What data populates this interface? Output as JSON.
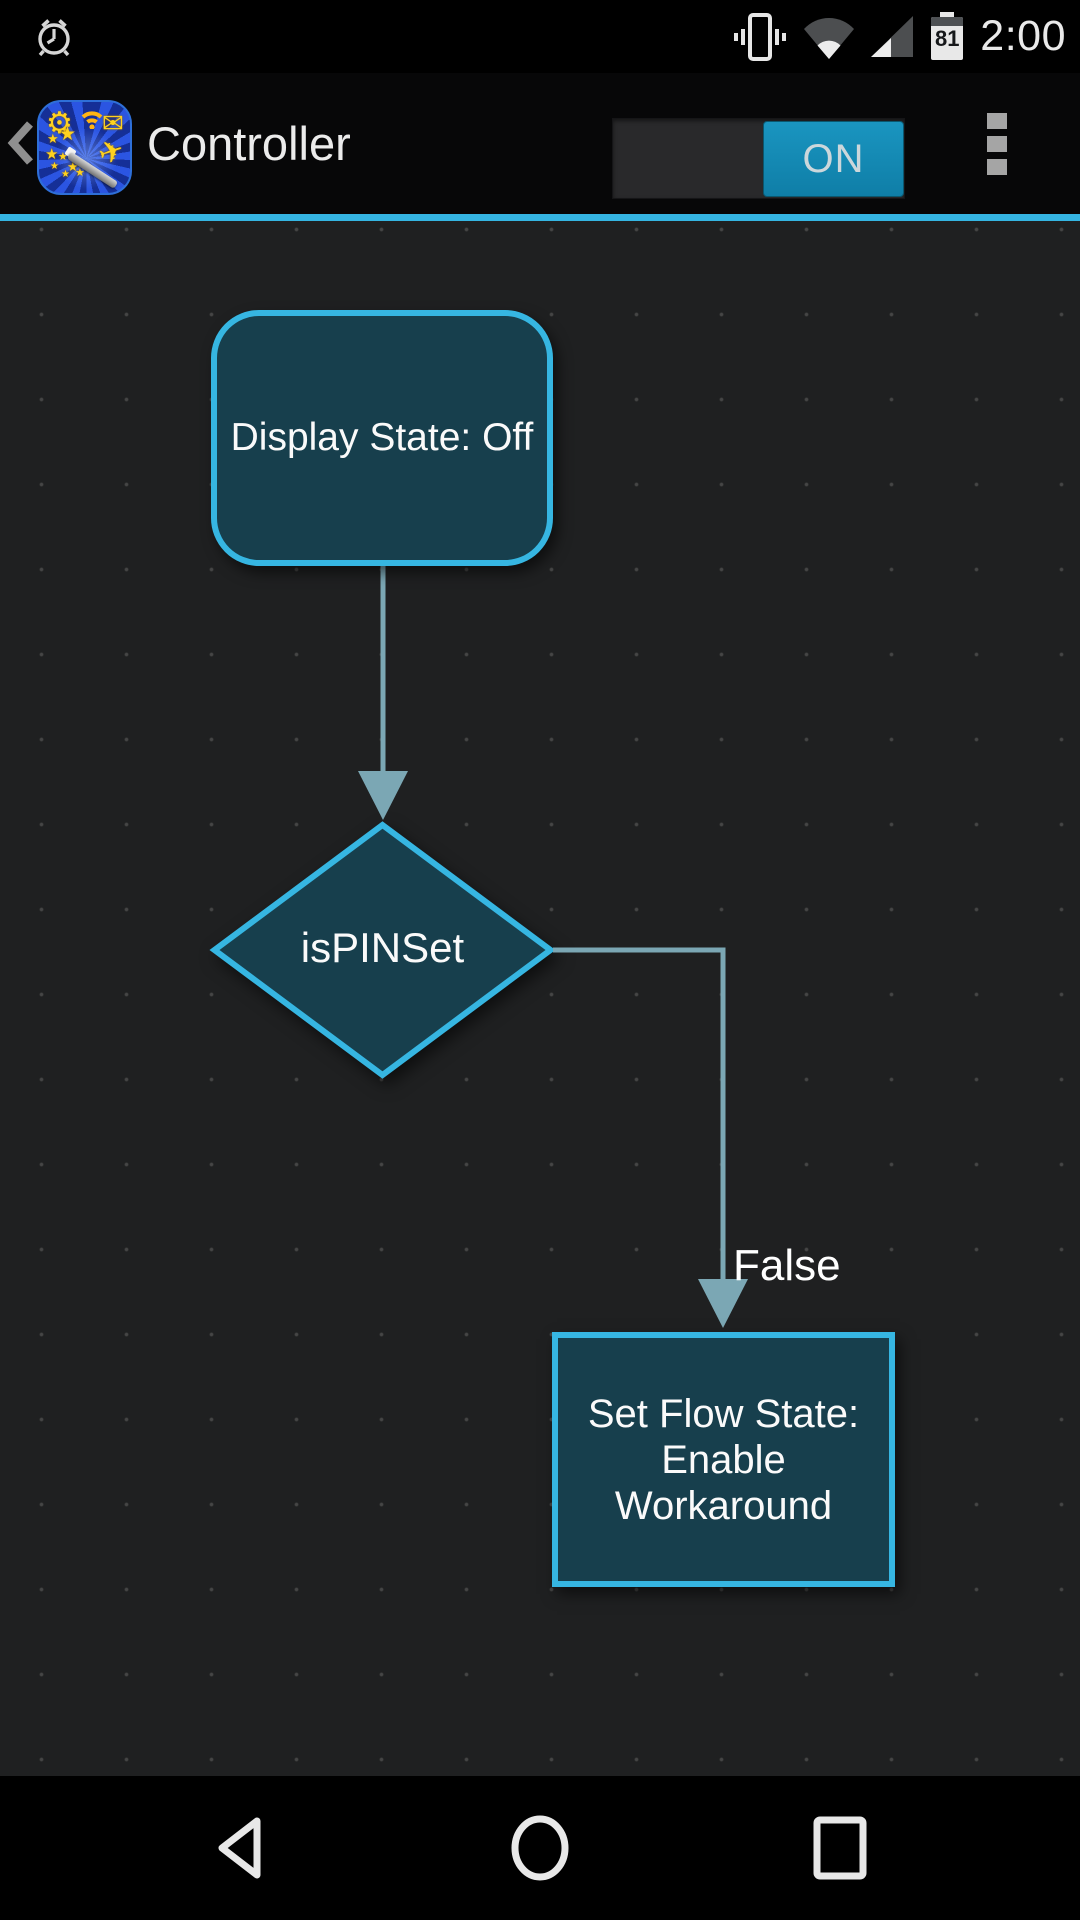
{
  "status_bar": {
    "time": "2:00",
    "battery_percent": "81",
    "icons": [
      "alarm-icon",
      "vibrate-icon",
      "wifi-icon",
      "signal-icon",
      "battery-icon"
    ]
  },
  "app_bar": {
    "title": "Controller",
    "toggle": {
      "label": "ON",
      "state": "on"
    },
    "icons": [
      "back-chevron-icon",
      "app-icon",
      "overflow-menu-icon"
    ]
  },
  "flow": {
    "nodes": [
      {
        "id": "action-display-state",
        "type": "action",
        "shape": "rounded-rect",
        "label": "Display State: Off"
      },
      {
        "id": "condition-ispinset",
        "type": "condition",
        "shape": "diamond",
        "label": "isPINSet"
      },
      {
        "id": "action-set-flow-state",
        "type": "action",
        "shape": "rect",
        "label": "Set Flow State: Enable Workaround"
      }
    ],
    "edges": [
      {
        "from": "action-display-state",
        "to": "condition-ispinset",
        "label": ""
      },
      {
        "from": "condition-ispinset",
        "to": "action-set-flow-state",
        "label": "False"
      }
    ]
  },
  "nav_bar": {
    "icons": [
      "back-triangle-icon",
      "home-circle-icon",
      "recents-square-icon"
    ]
  },
  "colors": {
    "accent": "#35b5e2",
    "node_fill": "#173f4d",
    "node_border": "#36b6e2",
    "connector": "#7ba7b4",
    "canvas_bg": "#1f2021",
    "toggle_on": "#1487b2",
    "status_bar_bg": "#000000"
  }
}
